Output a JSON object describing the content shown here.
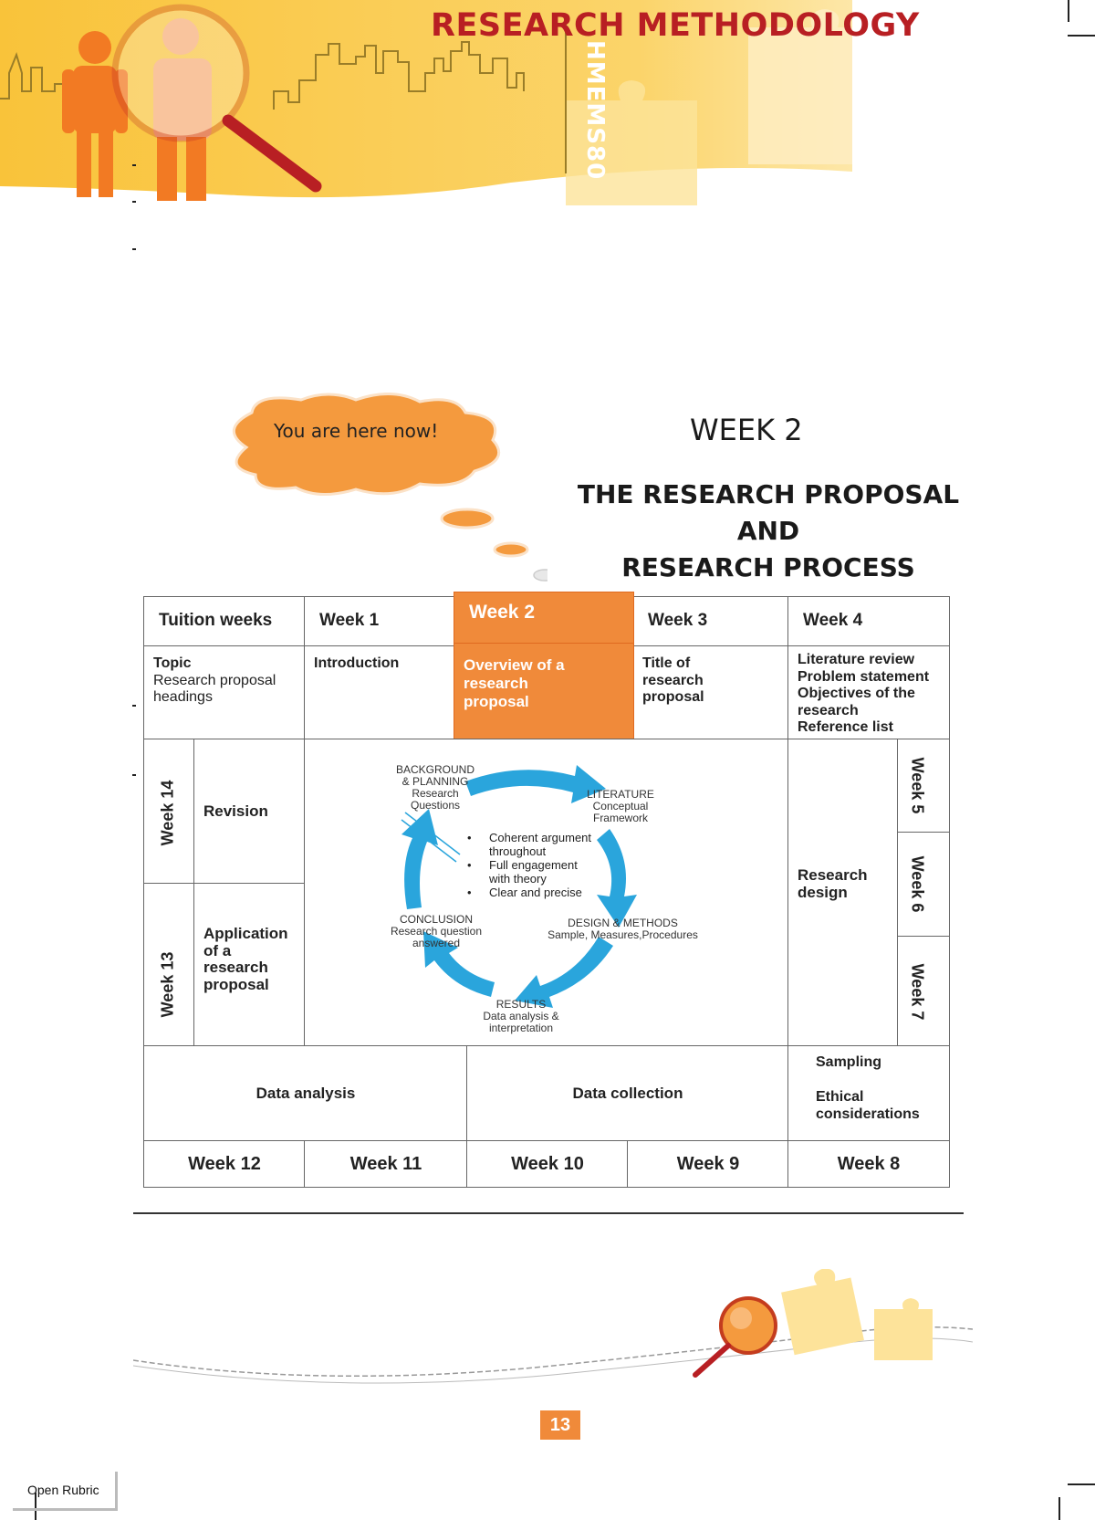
{
  "banner": {
    "title": "RESEARCH METHODOLOGY",
    "code": "HMEMS80"
  },
  "bubble": {
    "text": "You are here now!"
  },
  "heading": {
    "week": "WEEK 2",
    "title_line1": "THE RESEARCH PROPOSAL AND",
    "title_line2": "RESEARCH PROCESS"
  },
  "table": {
    "header": {
      "tuition": "Tuition weeks",
      "week1": "Week 1",
      "week2": "Week 2",
      "week3": "Week 3",
      "week4": "Week 4"
    },
    "topics": {
      "topic_label": "Topic",
      "topic_lines": [
        "Research proposal",
        "headings"
      ],
      "week1": "Introduction",
      "week2": [
        "Overview of a",
        "research",
        "proposal"
      ],
      "week3": [
        "Title of",
        "research",
        "proposal"
      ],
      "week4": [
        "Literature review",
        "Problem statement",
        "Objectives of the",
        "research",
        "Reference list"
      ]
    },
    "side_left": {
      "week14": "Week 14",
      "week14_topic": "Revision",
      "week13": "Week 13",
      "week13_topic": [
        "Application",
        "of a",
        "research",
        "proposal"
      ]
    },
    "side_right": {
      "week5": "Week 5",
      "week6": "Week 6",
      "week7": "Week 7",
      "topic": [
        "Research",
        "design"
      ]
    },
    "row_bottom": {
      "data_analysis": "Data analysis",
      "data_collection": "Data collection",
      "sampling": "Sampling",
      "ethical": [
        "Ethical",
        "considerations"
      ]
    },
    "footer": {
      "week12": "Week 12",
      "week11": "Week 11",
      "week10": "Week 10",
      "week9": "Week 9",
      "week8": "Week 8"
    }
  },
  "cycle": {
    "background": [
      "BACKGROUND",
      "& PLANNING",
      "Research",
      "Questions"
    ],
    "literature": [
      "LITERATURE",
      "Conceptual",
      "Framework"
    ],
    "design": [
      "DESIGN & METHODS",
      "Sample, Measures,Procedures"
    ],
    "results": [
      "RESULTS",
      "Data analysis &",
      "interpretation"
    ],
    "conclusion": [
      "CONCLUSION",
      "Research question",
      "answered"
    ],
    "points": [
      "Coherent argument",
      "throughout",
      "Full engagement",
      "with theory",
      "Clear and precise"
    ],
    "arrow_color": "#2aa5dc"
  },
  "footer": {
    "page_number": "13",
    "open_rubric": "Open Rubric"
  },
  "colors": {
    "accent_orange": "#f08a3a",
    "banner_yellow": "#f9c33a",
    "title_red": "#b81f23"
  }
}
